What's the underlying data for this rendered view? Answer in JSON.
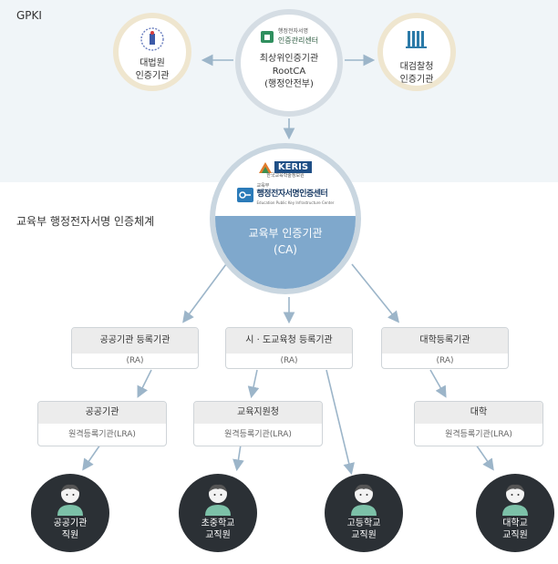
{
  "gpki": {
    "label": "GPKI"
  },
  "section_title": "교육부 행정전자서명 인증체계",
  "nodes": {
    "left": {
      "line1": "대법원",
      "line2": "인증기관"
    },
    "root": {
      "logo_small": "행정전자서명",
      "logo_main": "인증관리센터",
      "line1": "최상위인증기관",
      "line2": "RootCA",
      "line3": "(행정안전부)"
    },
    "right": {
      "line1": "대검찰청",
      "line2": "인증기관"
    },
    "ca": {
      "keris": "KERIS",
      "keris_sub": "한국교육학술정보원",
      "center_small": "교육부",
      "center_main": "행정전자서명인증센터",
      "center_en": "Education Public Key Infrastructure Center",
      "line1": "교육부 인증기관",
      "line2": "(CA)"
    }
  },
  "ra": [
    {
      "title": "공공기관 등록기관",
      "sub": "(RA)"
    },
    {
      "title": "시 · 도교육청 등록기관",
      "sub": "(RA)"
    },
    {
      "title": "대학등록기관",
      "sub": "(RA)"
    }
  ],
  "lra": [
    {
      "title": "공공기관",
      "sub": "원격등록기관(LRA)"
    },
    {
      "title": "교육지원청",
      "sub": "원격등록기관(LRA)"
    },
    {
      "title": "대학",
      "sub": "원격등록기관(LRA)"
    }
  ],
  "users": [
    {
      "line1": "공공기관",
      "line2": "직원"
    },
    {
      "line1": "초중학교",
      "line2": "교직원"
    },
    {
      "line1": "고등학교",
      "line2": "교직원"
    },
    {
      "line1": "대학교",
      "line2": "교직원"
    }
  ],
  "colors": {
    "arrow": "#9cb5c9",
    "ca_fill": "#7fa8cc",
    "user_fill": "#2b3035"
  },
  "icons": [
    "court-emblem-icon",
    "gov-logo-icon",
    "prosecution-logo-icon",
    "keris-logo-icon",
    "key-icon",
    "person-icon"
  ]
}
